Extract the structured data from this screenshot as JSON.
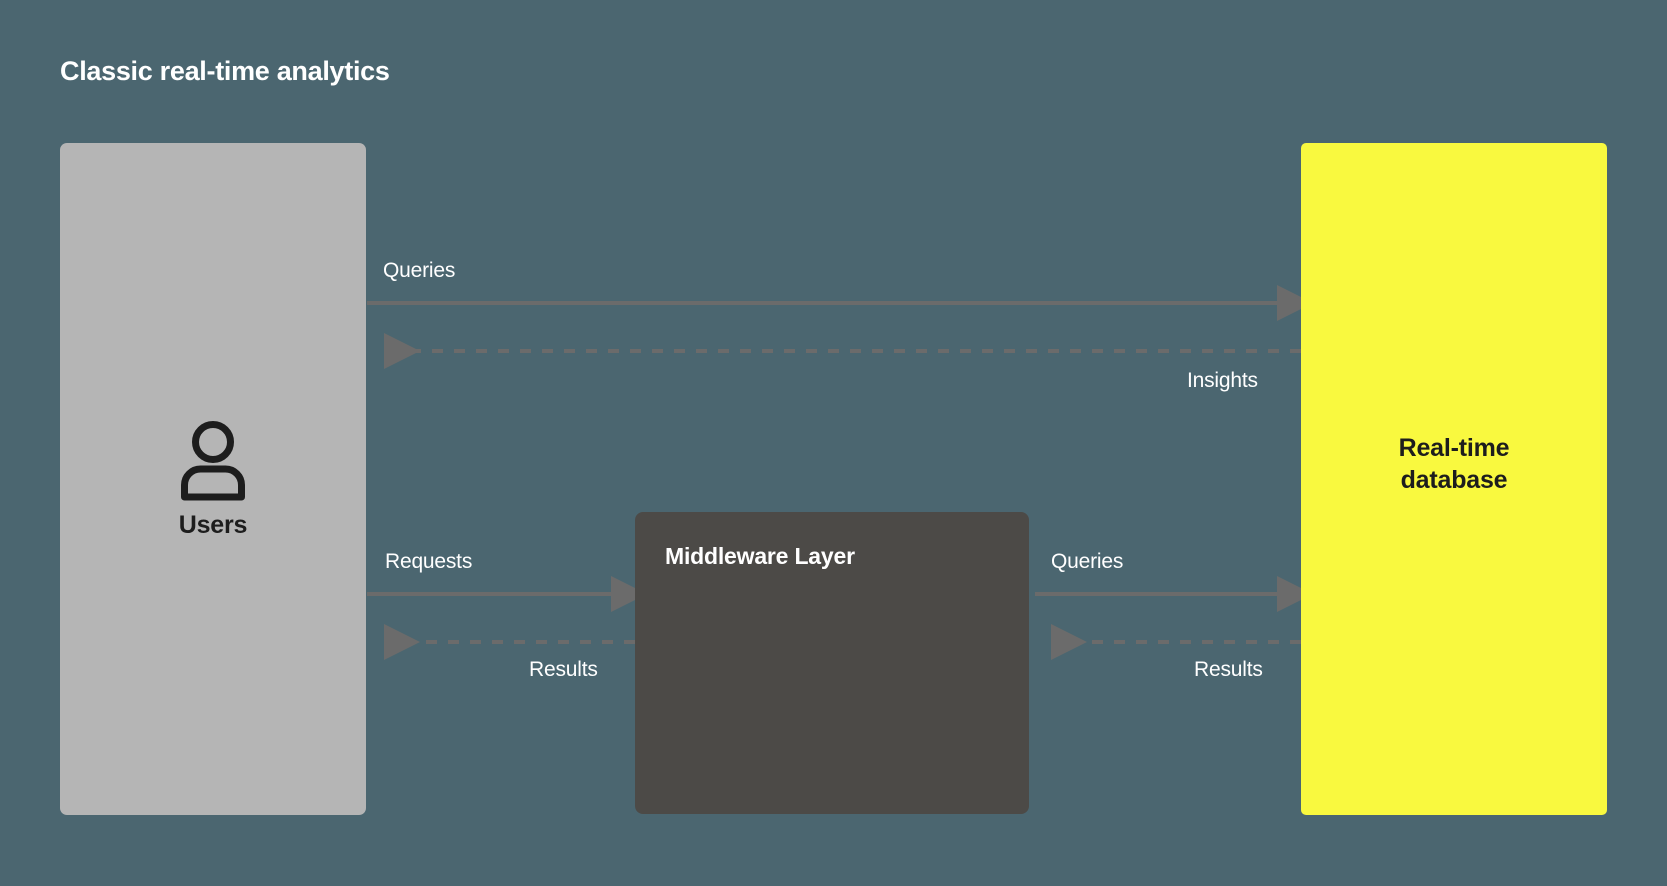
{
  "title": "Classic real-time analytics",
  "colors": {
    "background": "#4b6670",
    "users_box": "#b5b5b5",
    "middleware_box": "#4c4a47",
    "database_box": "#f9f93f",
    "connector": "#6b6b6b",
    "text_light": "#ffffff",
    "text_dark": "#1d1d1d"
  },
  "nodes": {
    "users": {
      "label": "Users",
      "icon": "user-icon"
    },
    "middleware": {
      "label": "Middleware Layer"
    },
    "database": {
      "label": "Real-time\ndatabase",
      "line1": "Real-time",
      "line2": "database"
    }
  },
  "edges": [
    {
      "id": "users-to-db-queries",
      "label": "Queries",
      "from": "users",
      "to": "database",
      "style": "solid",
      "direction": "right"
    },
    {
      "id": "db-to-users-insights",
      "label": "Insights",
      "from": "database",
      "to": "users",
      "style": "dashed",
      "direction": "left"
    },
    {
      "id": "users-to-middleware-requests",
      "label": "Requests",
      "from": "users",
      "to": "middleware",
      "style": "solid",
      "direction": "right"
    },
    {
      "id": "middleware-to-users-results",
      "label": "Results",
      "from": "middleware",
      "to": "users",
      "style": "dashed",
      "direction": "left"
    },
    {
      "id": "middleware-to-db-queries",
      "label": "Queries",
      "from": "middleware",
      "to": "database",
      "style": "solid",
      "direction": "right"
    },
    {
      "id": "db-to-middleware-results",
      "label": "Results",
      "from": "database",
      "to": "middleware",
      "style": "dashed",
      "direction": "left"
    }
  ]
}
